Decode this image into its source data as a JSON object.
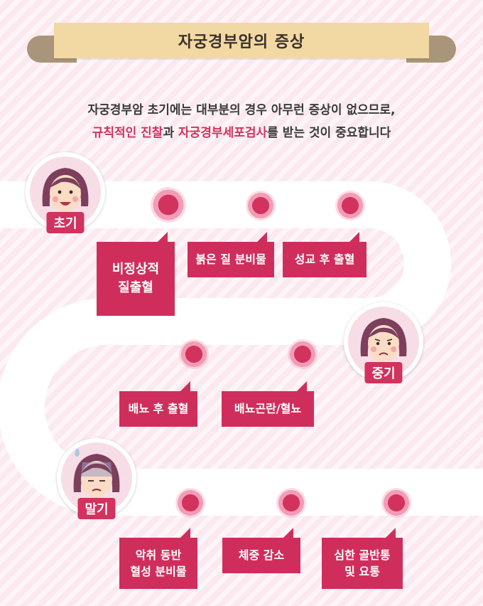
{
  "title": "자궁경부암의 증상",
  "intro": {
    "line1": "자궁경부암 초기에는 대부분의 경우 아무런 증상이 없으므로,",
    "line2_highlight1": "규칙적인 진찰",
    "line2_mid": "과 ",
    "line2_highlight2": "자궁경부세포검사",
    "line2_end": "를 받는 것이 중요합니다"
  },
  "stages": {
    "early": {
      "label": "초기",
      "symptoms": [
        "비정상적\n질출혈",
        "붉은 질 분비물",
        "성교 후 출혈"
      ]
    },
    "middle": {
      "label": "중기",
      "symptoms": [
        "배뇨 후 출혈",
        "배뇨곤란/혈뇨"
      ]
    },
    "late": {
      "label": "말기",
      "symptoms": [
        "악취 동반\n혈성 분비물",
        "체중 감소",
        "심한 골반통\n및 요통"
      ]
    }
  },
  "colors": {
    "accent": "#d1335e",
    "banner": "#f2d9a3",
    "background": "#fbe9ef"
  }
}
